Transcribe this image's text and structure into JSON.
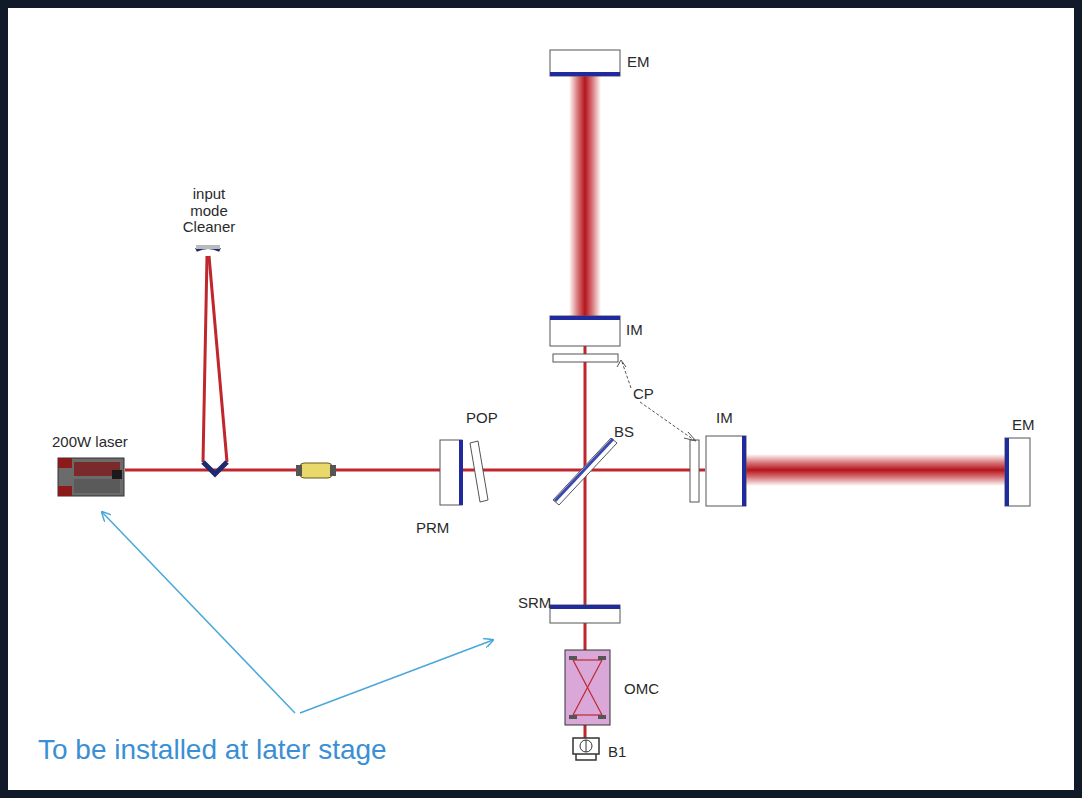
{
  "diagram": {
    "labels": [
      "EM",
      "input mode Cleaner",
      "IM",
      "CP",
      "200W laser",
      "POP",
      "BS",
      "IM",
      "EM",
      "PRM",
      "SRM",
      "OMC",
      "B1",
      "To be installed at later stage"
    ]
  }
}
